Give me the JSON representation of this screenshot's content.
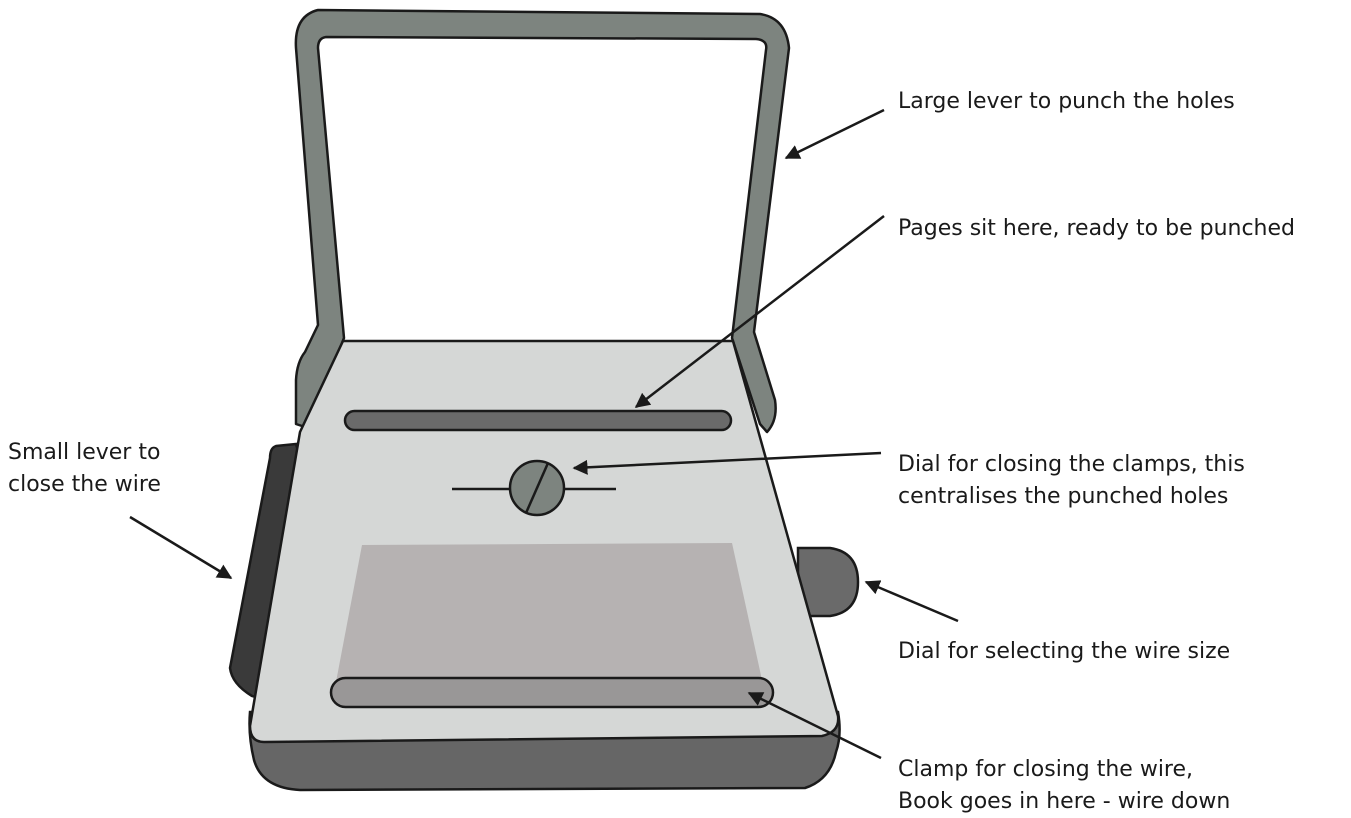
{
  "labels": {
    "large_lever": {
      "lines": [
        "Large lever to punch the holes"
      ]
    },
    "pages_area": {
      "lines": [
        "Pages sit here, ready to be punched"
      ]
    },
    "clamp_dial": {
      "lines": [
        "Dial for closing the clamps, this",
        "centralises the punched holes"
      ]
    },
    "small_lever": {
      "lines": [
        "Small lever to",
        "close the wire"
      ]
    },
    "wire_size_dial": {
      "lines": [
        "Dial for selecting the wire size"
      ]
    },
    "wire_clamp": {
      "lines": [
        "Clamp for closing the wire,",
        "Book goes in here - wire down"
      ]
    }
  },
  "colors": {
    "outline": "#1a1a1a",
    "lever_gray": "#7d847f",
    "body_light": "#d5d7d6",
    "base_dark": "#666666",
    "small_lever_dark": "#3a3a3a",
    "slot_dark": "#6a6a6a",
    "wire_area": "#b6b2b2",
    "clamp_bar": "#999797",
    "side_dial": "#6a6a6a"
  }
}
